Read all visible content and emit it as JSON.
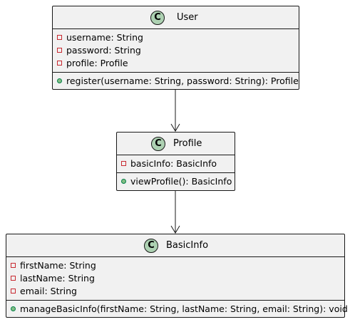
{
  "diagram": {
    "classes": {
      "user": {
        "badge": "C",
        "name": "User",
        "attributes": [
          "username: String",
          "password: String",
          "profile: Profile"
        ],
        "methods": [
          "register(username: String, password: String): Profile"
        ]
      },
      "profile": {
        "badge": "C",
        "name": "Profile",
        "attributes": [
          "basicInfo: BasicInfo"
        ],
        "methods": [
          "viewProfile(): BasicInfo"
        ]
      },
      "basicinfo": {
        "badge": "C",
        "name": "BasicInfo",
        "attributes": [
          "firstName: String",
          "lastName: String",
          "email: String"
        ],
        "methods": [
          "manageBasicInfo(firstName: String, lastName: String, email: String): void"
        ]
      }
    },
    "colors": {
      "class_fill": "#f1f1f1",
      "border": "#181818",
      "badge_fill": "#add1b2",
      "private_marker": "#c82930",
      "public_marker": "#84be84"
    }
  }
}
